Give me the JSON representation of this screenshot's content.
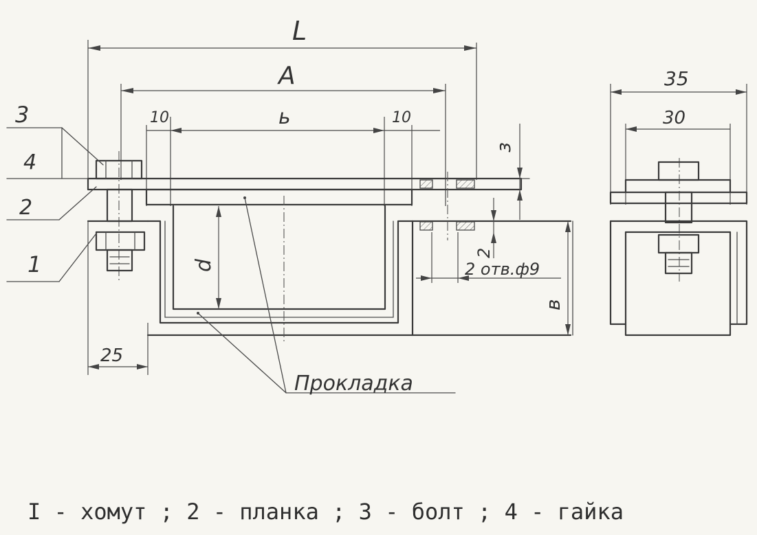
{
  "dimensions": {
    "L": "L",
    "A": "A",
    "b": "ь",
    "left_10": "10",
    "right_10": "10",
    "three": "з",
    "d": "d",
    "two": "2",
    "holes": "2 отв.ф9",
    "B": "в",
    "twenty_five": "25",
    "thirty_five": "35",
    "thirty": "30"
  },
  "callouts": {
    "c3": "3",
    "c4": "4",
    "c2": "2",
    "c1": "1",
    "gasket": "Прокладка"
  },
  "legend": {
    "text": "I - хомут ;  2 - планка ;  3 - болт ;  4 - гайка"
  }
}
